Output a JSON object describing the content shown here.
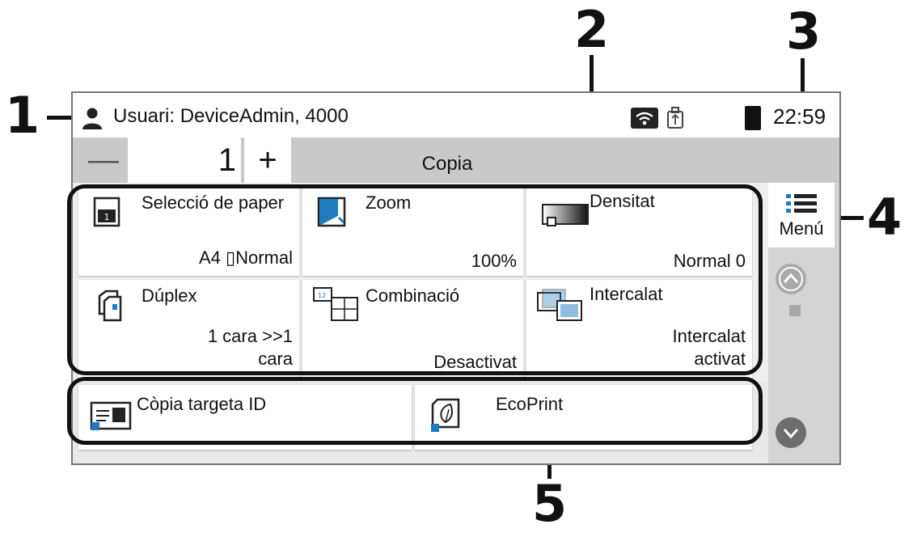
{
  "callouts": {
    "c1": "1",
    "c2": "2",
    "c3": "3",
    "c4": "4",
    "c5": "5"
  },
  "status": {
    "user_label": "Usuari: DeviceAdmin, 4000",
    "clock": "22:59",
    "icons": [
      "user-icon",
      "wifi-icon",
      "usb-icon",
      "device-icon"
    ]
  },
  "counter": {
    "minus": "—",
    "value": "1",
    "plus": "+"
  },
  "mode_tab": "Copia",
  "functions": [
    {
      "label": "Selecció de paper",
      "value": "A4 ▯Normal",
      "icon": "paper-tray-icon"
    },
    {
      "label": "Zoom",
      "value": "100%",
      "icon": "zoom-icon"
    },
    {
      "label": "Densitat",
      "value": "Normal 0",
      "icon": "density-icon"
    },
    {
      "label": "Dúplex",
      "value": "1 cara >>1 cara",
      "icon": "duplex-icon"
    },
    {
      "label": "Combinació",
      "value": "Desactivat",
      "icon": "combine-icon"
    },
    {
      "label": "Intercalat",
      "value": "Intercalat activat",
      "icon": "collate-icon"
    }
  ],
  "shortcuts": [
    {
      "label": "Còpia targeta ID",
      "icon": "id-card-icon"
    },
    {
      "label": "EcoPrint",
      "icon": "ecoprint-icon"
    }
  ],
  "menu": {
    "label": "Menú",
    "icon": "menu-list-icon"
  },
  "colors": {
    "countbar": "#c9c9c9",
    "sidepanel": "#d4d4d4",
    "accent_blue": "#1e7bc0",
    "scroll_btn": "#7f7f7f"
  }
}
